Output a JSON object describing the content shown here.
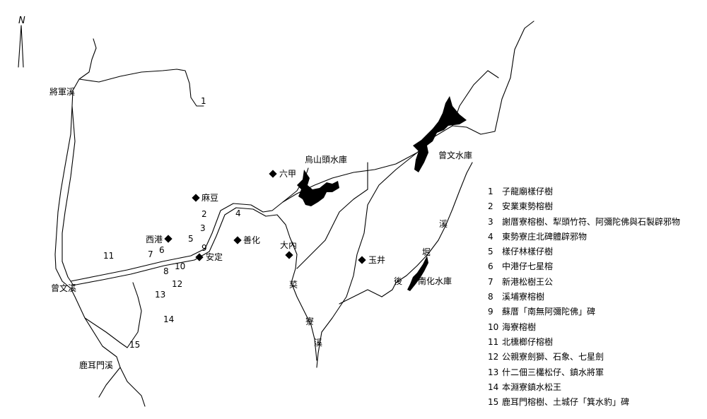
{
  "north_label": "N",
  "rivers": {
    "jiangjun": "將軍溪",
    "zengwen": "曾文溪",
    "luermen": "鹿耳門溪",
    "caiyao": [
      "菜",
      "寮",
      "溪"
    ],
    "kuanti": [
      "溪",
      "堀",
      "後"
    ]
  },
  "reservoirs": {
    "wushantou": "烏山頭水庫",
    "zengwen": "曾文水庫",
    "nanhua": "南化水庫"
  },
  "towns": {
    "liujia": "六甲",
    "madou": "麻豆",
    "xigang": "西港",
    "shanhua": "善化",
    "danei": "大內",
    "yujing": "玉井",
    "anding": "安定"
  },
  "site_numbers": [
    "1",
    "2",
    "3",
    "4",
    "5",
    "6",
    "7",
    "8",
    "9",
    "10",
    "11",
    "12",
    "13",
    "14",
    "15"
  ],
  "legend": [
    {
      "num": "1",
      "text": "子龍廟樣仔樹"
    },
    {
      "num": "2",
      "text": "安業東勢榕樹"
    },
    {
      "num": "3",
      "text": "謝厝寮榕樹、犁頭竹符、阿彌陀佛與石製辟邪物"
    },
    {
      "num": "4",
      "text": "東勢寮庄北碑體辟邪物"
    },
    {
      "num": "5",
      "text": "樣仔林樣仔樹"
    },
    {
      "num": "6",
      "text": "中港仔七星榕"
    },
    {
      "num": "7",
      "text": "新港松樹王公"
    },
    {
      "num": "8",
      "text": "溪埔寮榕樹"
    },
    {
      "num": "9",
      "text": "蘇厝「南無阿彌陀佛」碑"
    },
    {
      "num": "10",
      "text": "海寮榕樹"
    },
    {
      "num": "11",
      "text": "北櫄榔仔榕樹"
    },
    {
      "num": "12",
      "text": "公親寮劍獅、石象、七星劍"
    },
    {
      "num": "13",
      "text": "什二佃三欉松仔、鎮水將軍"
    },
    {
      "num": "14",
      "text": "本淵寮鎮水松王"
    },
    {
      "num": "15",
      "text": "鹿耳門榕樹、土城仔「箕水豹」碑"
    }
  ]
}
